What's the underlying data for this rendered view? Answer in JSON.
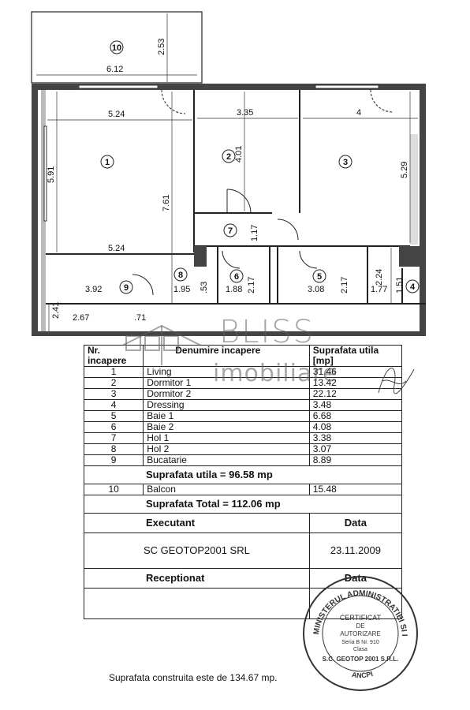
{
  "plan": {
    "rooms": [
      {
        "no": "1"
      },
      {
        "no": "2"
      },
      {
        "no": "3"
      },
      {
        "no": "4"
      },
      {
        "no": "5"
      },
      {
        "no": "6"
      },
      {
        "no": "7"
      },
      {
        "no": "8"
      },
      {
        "no": "9"
      },
      {
        "no": "10"
      }
    ],
    "dims": [
      "6.12",
      "2.53",
      "5.24",
      "3.35",
      "4",
      "5.91",
      "7.61",
      "4.01",
      "5.29",
      "1.17",
      "5.24",
      "2.17",
      "2.17",
      "2.24",
      "3.92",
      "1.95",
      ".53",
      "1.88",
      "3.08",
      "1.77",
      "1.51",
      "2.41",
      "2.67",
      ".71"
    ]
  },
  "watermark": {
    "brand": "BLISS",
    "sub": "imobiliare"
  },
  "table": {
    "headers": {
      "nr": "Nr. incapere",
      "name": "Denumire incapere",
      "area": "Suprafata utila [mp]"
    },
    "rows": [
      {
        "nr": "1",
        "name": "Living",
        "area": "31.46"
      },
      {
        "nr": "2",
        "name": "Dormitor 1",
        "area": "13.42"
      },
      {
        "nr": "3",
        "name": "Dormitor 2",
        "area": "22.12"
      },
      {
        "nr": "4",
        "name": "Dressing",
        "area": "3.48"
      },
      {
        "nr": "5",
        "name": "Baie 1",
        "area": "6.68"
      },
      {
        "nr": "6",
        "name": "Baie 2",
        "area": "4.08"
      },
      {
        "nr": "7",
        "name": "Hol 1",
        "area": "3.38"
      },
      {
        "nr": "8",
        "name": "Hol 2",
        "area": "3.07"
      },
      {
        "nr": "9",
        "name": "Bucatarie",
        "area": "8.89"
      }
    ],
    "usable_total": "Suprafata utila = 96.58 mp",
    "balcony": {
      "nr": "10",
      "name": "Balcon",
      "area": "15.48"
    },
    "grand_total": "Suprafata Total = 112.06 mp",
    "executant_label": "Executant",
    "data_label": "Data",
    "executant_name": "SC GEOTOP2001 SRL",
    "executant_date": "23.11.2009",
    "receptionat_label": "Receptionat",
    "data_label_2": "Data"
  },
  "stamp": {
    "ring_top": "MINISTERUL ADMINISTRATIEI SI INTERNELOR",
    "ring_bottom": "ANCPI",
    "center_1": "CERTIFICAT",
    "center_2": "DE",
    "center_3": "AUTORIZARE",
    "center_4": "Seria B Nr. 910",
    "center_5": "Clasa",
    "firm": "S.C. GEOTOP 2001 S.R.L."
  },
  "footnote": "Suprafata construita este de 134.67 mp."
}
